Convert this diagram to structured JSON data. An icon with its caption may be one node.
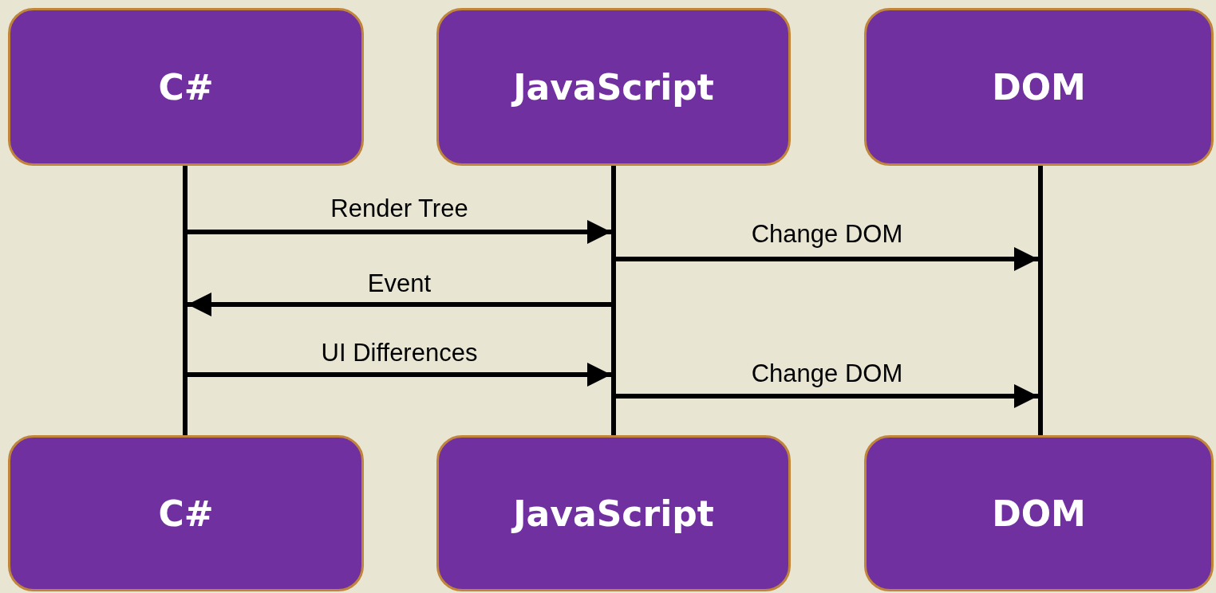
{
  "diagram": {
    "nodes": [
      {
        "text": [
          "C#"
        ]
      },
      {
        "text": [
          "JavaScript"
        ]
      },
      {
        "text": [
          "DOM"
        ]
      },
      {
        "text": [
          "C#"
        ]
      },
      {
        "text": [
          "JavaScript"
        ]
      },
      {
        "text": [
          "DOM"
        ]
      },
      {
        "text": [],
        "shape": "bar"
      },
      {
        "text": [],
        "shape": "bar"
      },
      {
        "text": [],
        "shape": "bar"
      }
    ],
    "edges": [
      {
        "from": 6,
        "to": 7,
        "arrow": "to",
        "label": "Render Tree"
      },
      {
        "from": 7,
        "to": 8,
        "arrow": "to",
        "label": "Change DOM"
      },
      {
        "from": 7,
        "to": 6,
        "arrow": "to",
        "label": "Event"
      },
      {
        "from": 6,
        "to": 7,
        "arrow": "to",
        "label": "UI Differences"
      },
      {
        "from": 7,
        "to": 8,
        "arrow": "to",
        "label": "Change DOM"
      }
    ]
  }
}
